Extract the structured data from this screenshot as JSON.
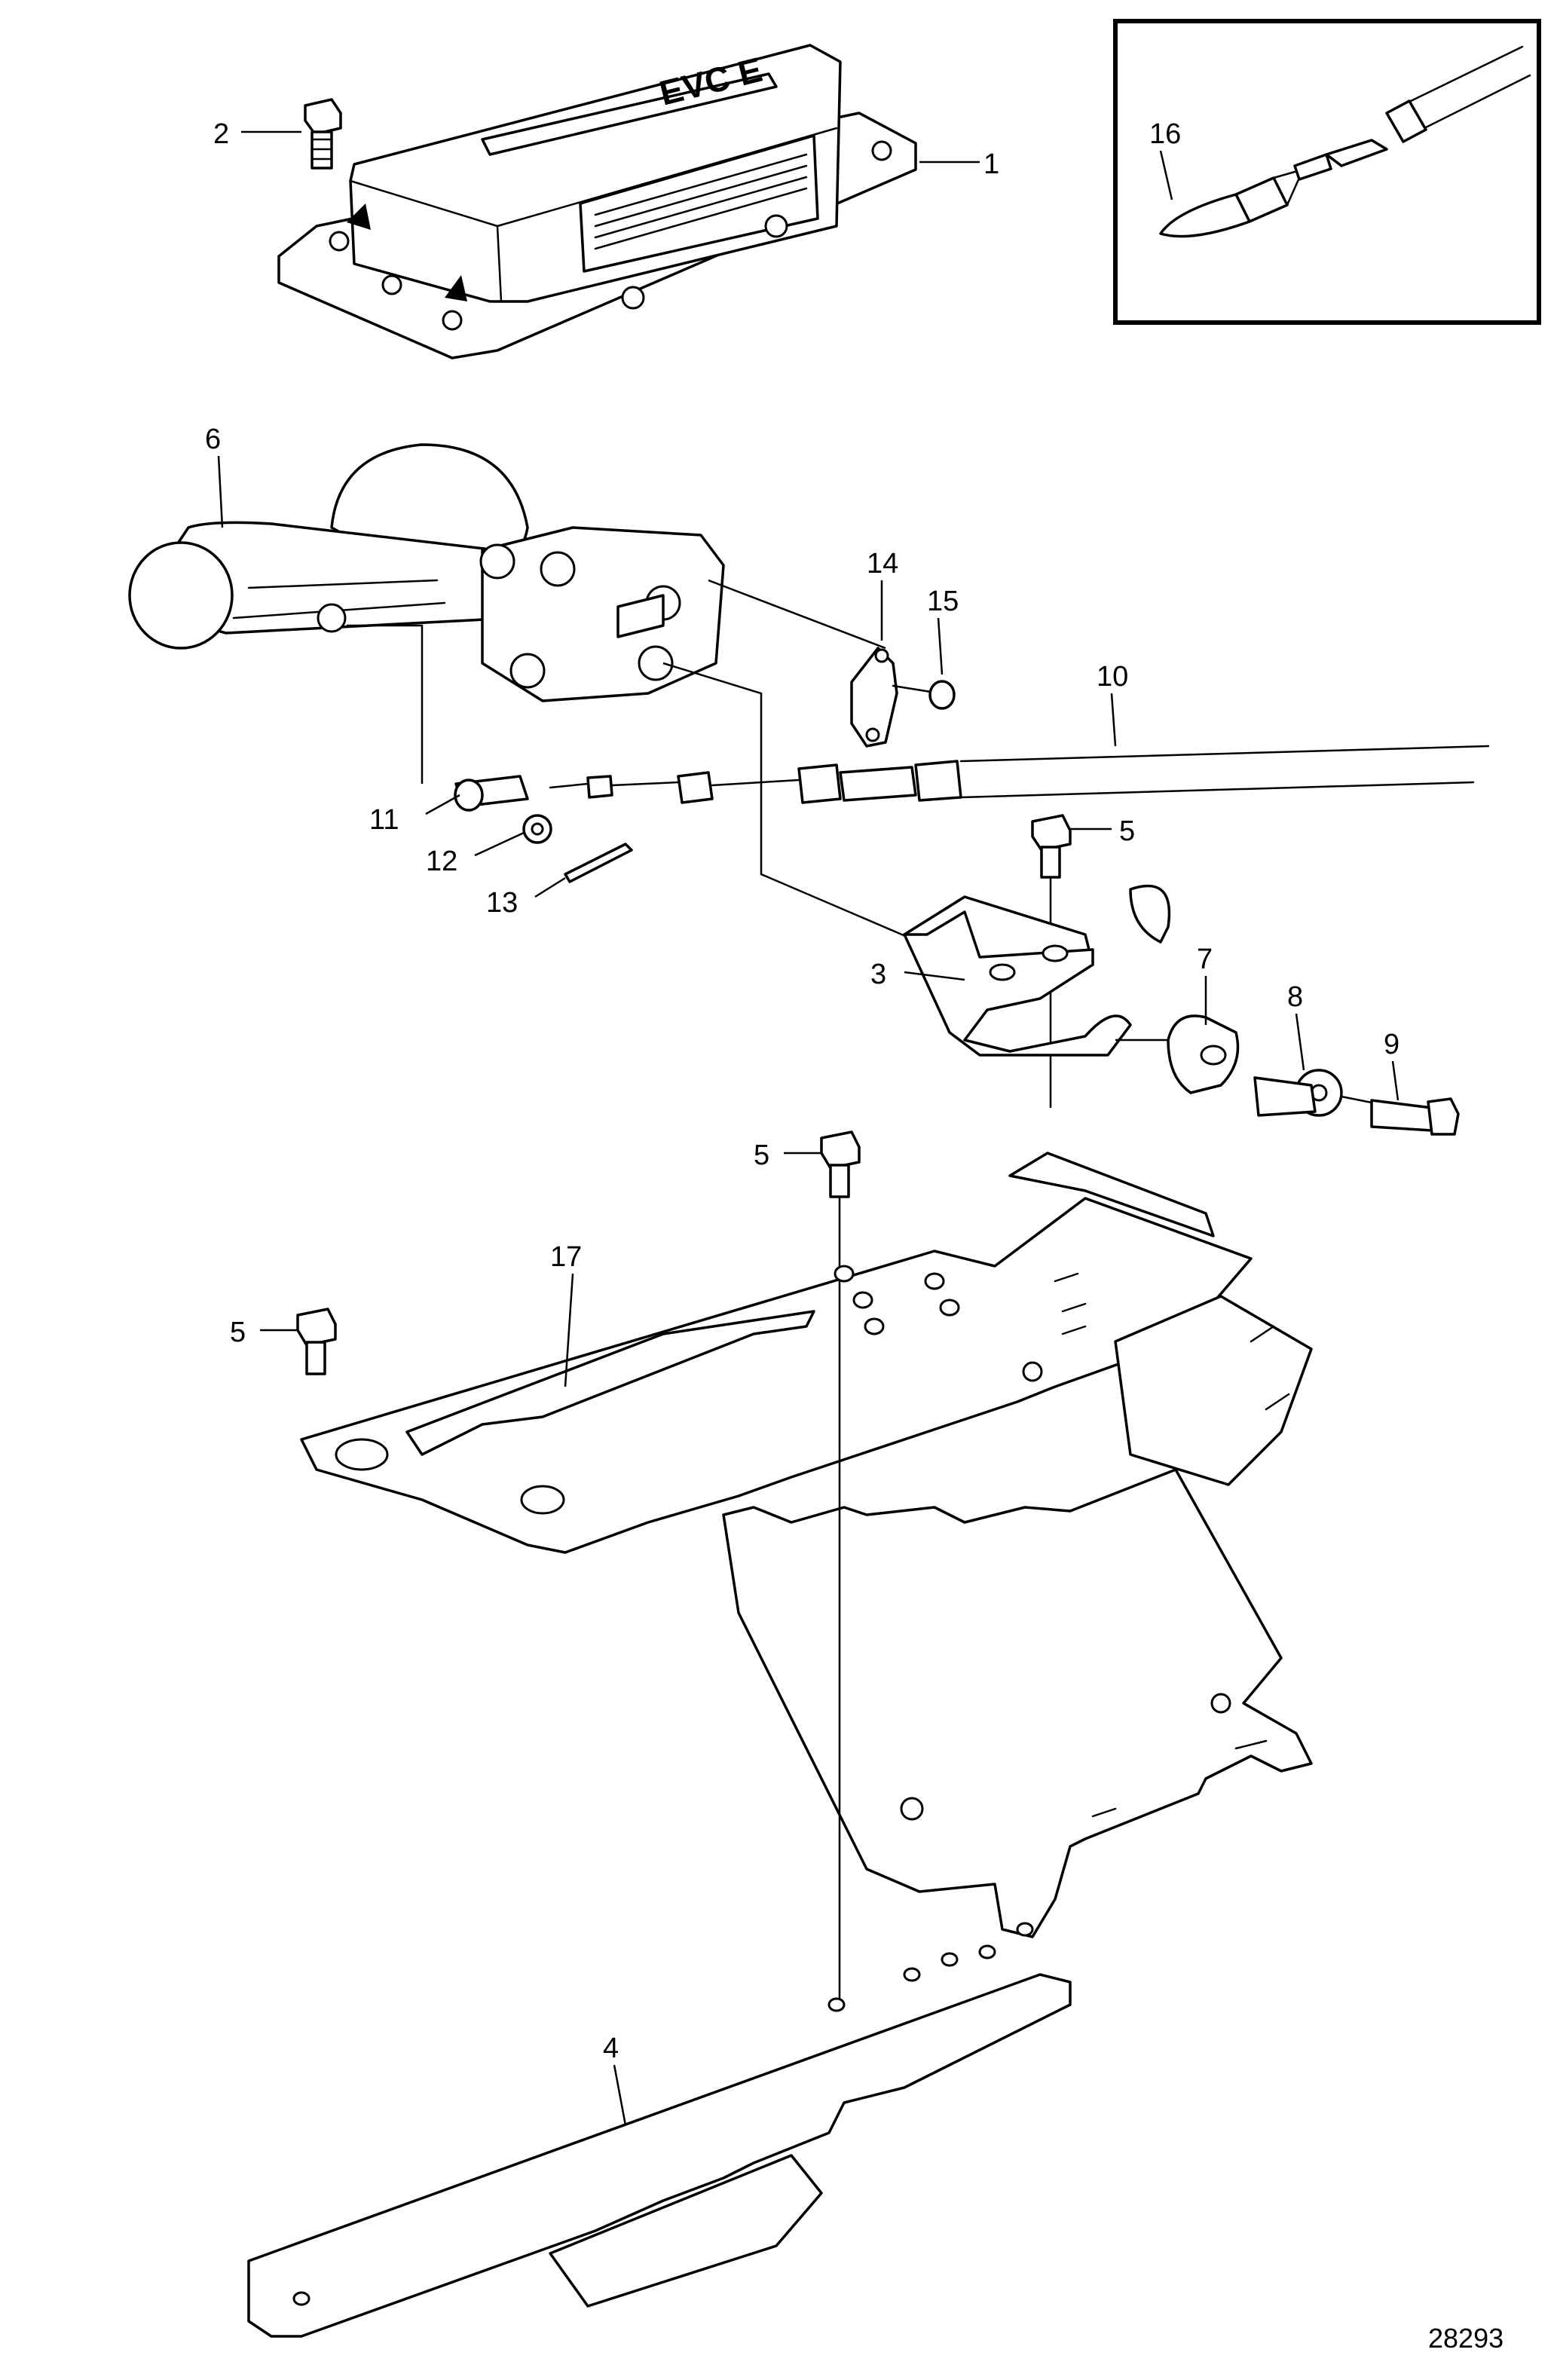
{
  "callouts": {
    "c1": "1",
    "c2": "2",
    "c3": "3",
    "c4": "4",
    "c5a": "5",
    "c5b": "5",
    "c5c": "5",
    "c6": "6",
    "c7": "7",
    "c8": "8",
    "c9": "9",
    "c10": "10",
    "c11": "11",
    "c12": "12",
    "c13": "13",
    "c14": "14",
    "c15": "15",
    "c16": "16",
    "c17": "17"
  },
  "ecu_marking": "EVC E",
  "drawing_number": "28293"
}
